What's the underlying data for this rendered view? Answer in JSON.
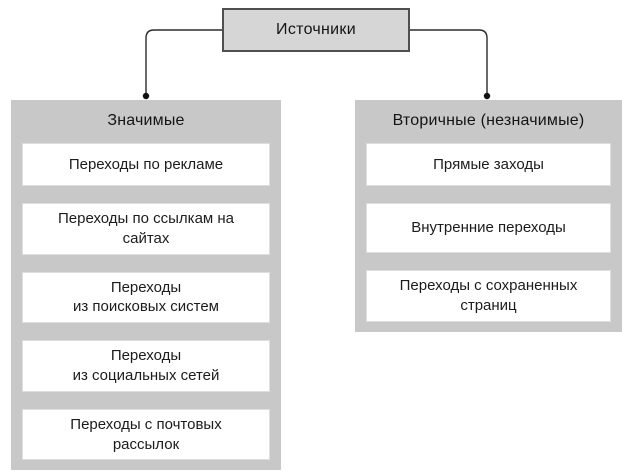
{
  "diagram": {
    "root": {
      "label": "Источники"
    },
    "left_group": {
      "title": "Значимые",
      "items": [
        "Переходы по рекламе",
        "Переходы по ссылкам на\nсайтах",
        "Переходы\nиз поисковых систем",
        "Переходы\nиз социальных сетей",
        "Переходы с почтовых\nрассылок"
      ]
    },
    "right_group": {
      "title": "Вторичные (незначимые)",
      "items": [
        "Прямые заходы",
        "Внутренние переходы",
        "Переходы с сохраненных\nстраниц"
      ]
    },
    "colors": {
      "root_box_bg": "#d6d6d6",
      "root_box_border": "#4f4f4f",
      "panel_bg": "#c8c8c8",
      "item_bg": "#ffffff",
      "connector": "#2b2b2b",
      "text": "#1a1a1a"
    }
  }
}
